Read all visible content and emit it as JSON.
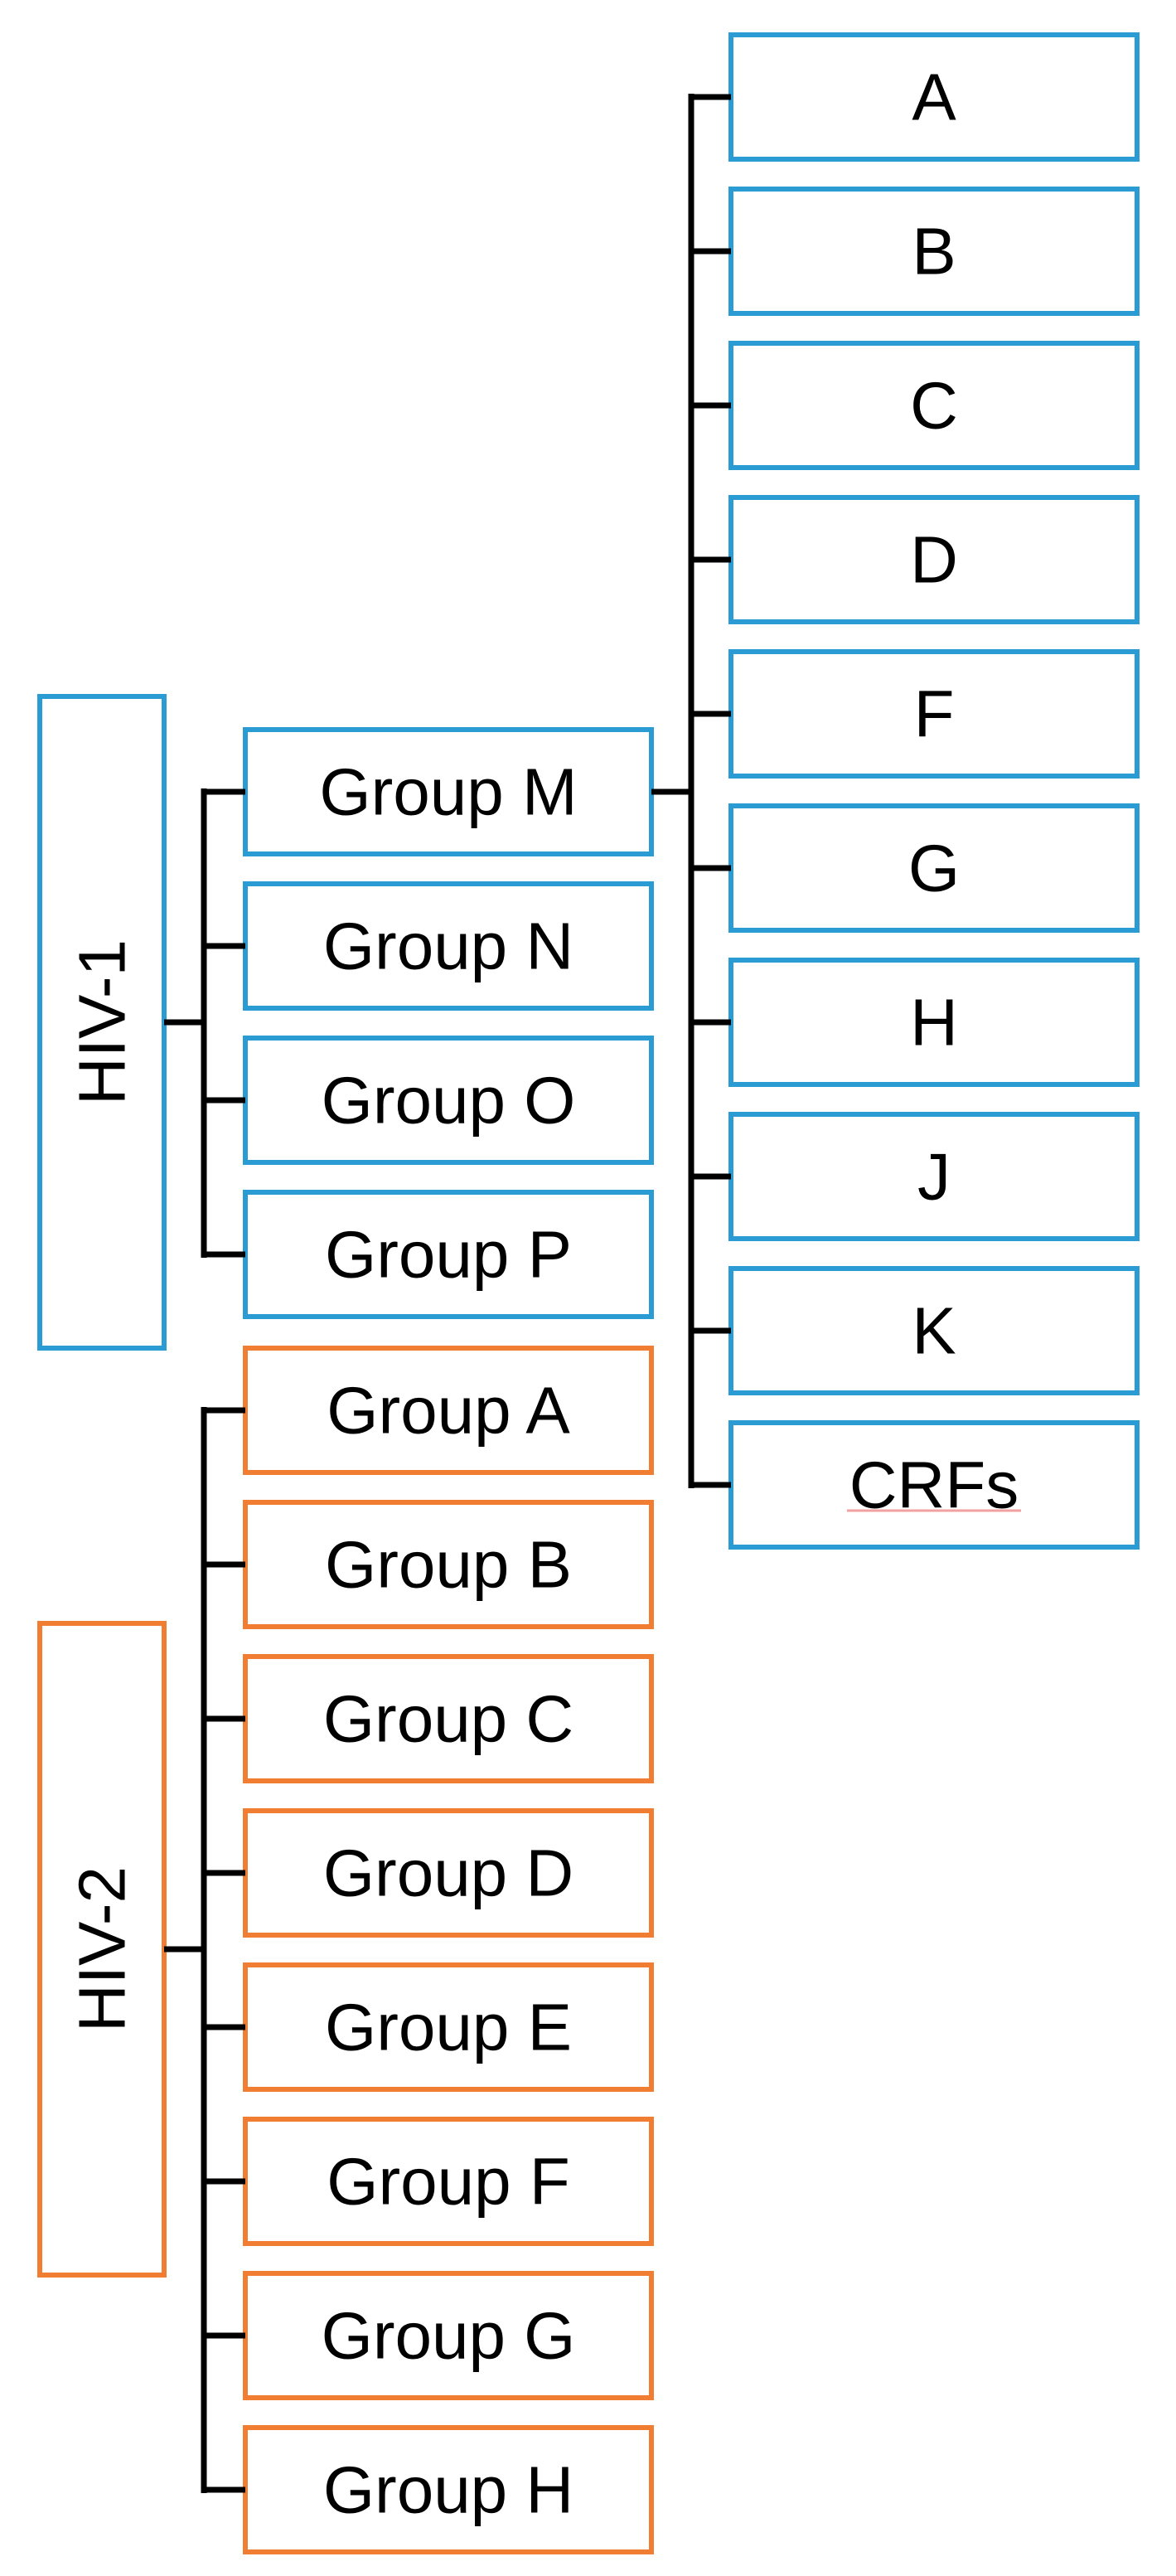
{
  "diagram": {
    "colors": {
      "hiv1_border": "#2b9bd3",
      "hiv2_border": "#f07d32",
      "connector": "#000000"
    },
    "hiv1": {
      "label": "HIV-1",
      "groups": [
        "Group M",
        "Group N",
        "Group O",
        "Group P"
      ],
      "group_m_subtypes": [
        "A",
        "B",
        "C",
        "D",
        "F",
        "G",
        "H",
        "J",
        "K",
        "CRFs"
      ]
    },
    "hiv2": {
      "label": "HIV-2",
      "groups": [
        "Group A",
        "Group B",
        "Group C",
        "Group D",
        "Group E",
        "Group F",
        "Group G",
        "Group H"
      ]
    }
  }
}
